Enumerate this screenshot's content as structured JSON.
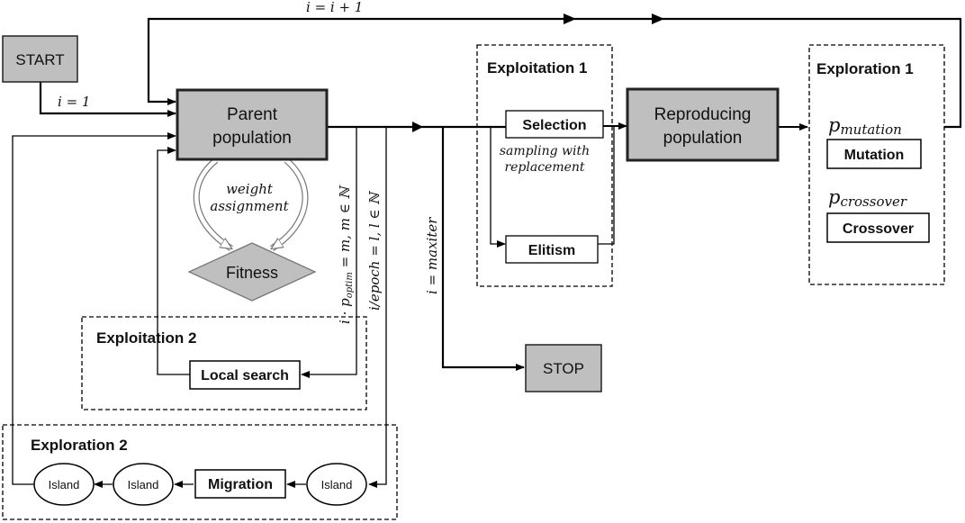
{
  "nodes": {
    "start": "START",
    "stop": "STOP",
    "parent_line1": "Parent",
    "parent_line2": "population",
    "reproducing_line1": "Reproducing",
    "reproducing_line2": "population",
    "fitness": "Fitness",
    "selection": "Selection",
    "elitism": "Elitism",
    "mutation": "Mutation",
    "crossover": "Crossover",
    "local_search": "Local search",
    "migration": "Migration",
    "island1": "Island",
    "island2": "Island",
    "island3": "Island"
  },
  "groups": {
    "exploitation1": "Exploitation 1",
    "exploration1": "Exploration 1",
    "exploitation2": "Exploitation 2",
    "exploration2": "Exploration 2"
  },
  "annotations": {
    "init": "i = 1",
    "increment": "i = i + 1",
    "weight_line1": "weight",
    "weight_line2": "assignment",
    "sampling_line1": "sampling with",
    "sampling_line2": "replacement",
    "optim_condition": "i · p",
    "optim_sub": "optim",
    "optim_rest": " = m, m ∈ ℕ",
    "epoch_condition": "i/epoch = l, l ∈ ℕ",
    "maxiter_condition": "i = maxiter",
    "p_mutation": "p",
    "p_mutation_sub": "mutation",
    "p_crossover": "p",
    "p_crossover_sub": "crossover"
  }
}
